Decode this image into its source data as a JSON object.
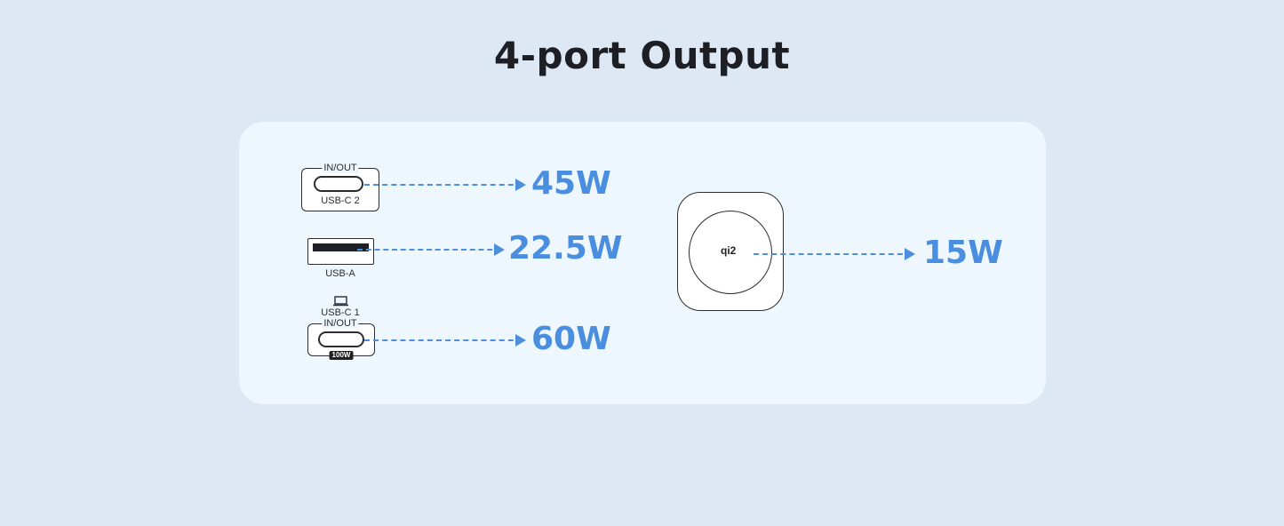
{
  "title": "4-port Output",
  "ports": {
    "usb_c2": {
      "top_label": "IN/OUT",
      "bottom_label": "USB-C 2",
      "output": "45W"
    },
    "usb_a": {
      "bottom_label": "USB-A",
      "output": "22.5W"
    },
    "usb_c1": {
      "name_label": "USB-C 1",
      "mode_label": "IN/OUT",
      "badge": "100W",
      "output": "60W"
    },
    "wireless": {
      "logo": "qi2",
      "output": "15W"
    }
  },
  "colors": {
    "background": "#dde8f4",
    "card": "#eef7fd",
    "accent": "#4a8ee0",
    "outline": "#2a2c30"
  },
  "icons": [
    "usb-c-port-icon",
    "usb-a-port-icon",
    "laptop-icon",
    "wireless-charging-pad-icon",
    "qi2-logo-icon"
  ]
}
